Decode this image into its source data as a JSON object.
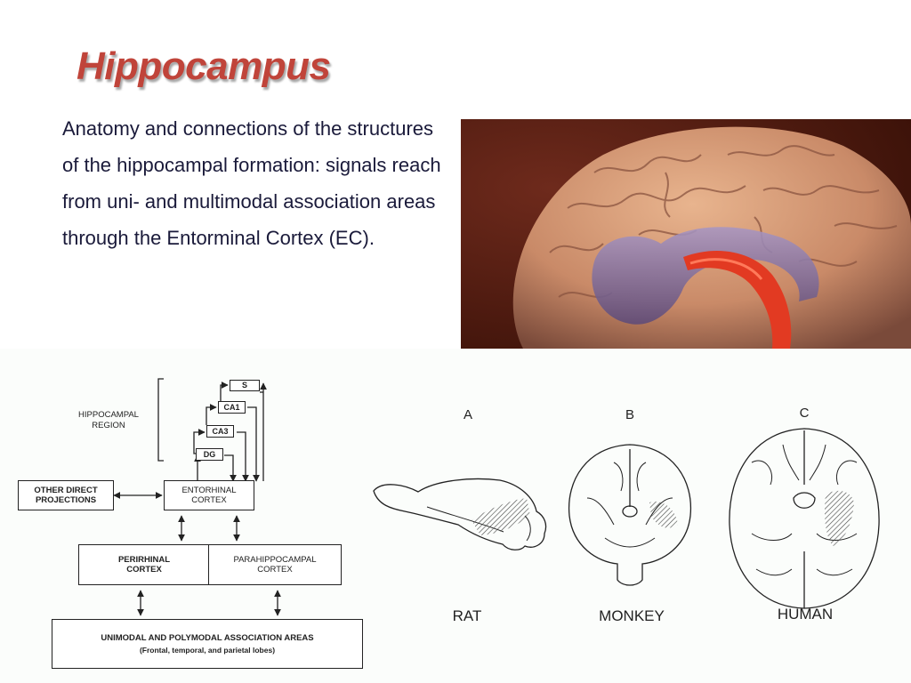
{
  "slide": {
    "title": "Hippocampus",
    "description": "Anatomy and connections of the structures of the hippocampal formation: signals reach from uni- and multimodal association areas through the Entorminal Cortex (EC)."
  },
  "flow_diagram": {
    "region_label": "HIPPOCAMPAL REGION",
    "boxes": {
      "s": "S",
      "ca1": "CA1",
      "ca3": "CA3",
      "dg": "DG",
      "entorhinal": "ENTORHINAL CORTEX",
      "other_direct": "OTHER DIRECT PROJECTIONS",
      "perirhinal": "PERIRHINAL CORTEX",
      "parahippocampal": "PARAHIPPOCAMPAL CORTEX",
      "association_title": "UNIMODAL AND POLYMODAL ASSOCIATION AREAS",
      "association_sub": "(Frontal, temporal, and parietal lobes)"
    }
  },
  "species": [
    {
      "letter": "A",
      "name": "RAT"
    },
    {
      "letter": "B",
      "name": "MONKEY"
    },
    {
      "letter": "C",
      "name": "HUMAN"
    }
  ],
  "colors": {
    "title": "#c0443a",
    "text": "#1a1a3a",
    "hippocampus": "#e23a22",
    "ventricle": "#8a78a8"
  }
}
